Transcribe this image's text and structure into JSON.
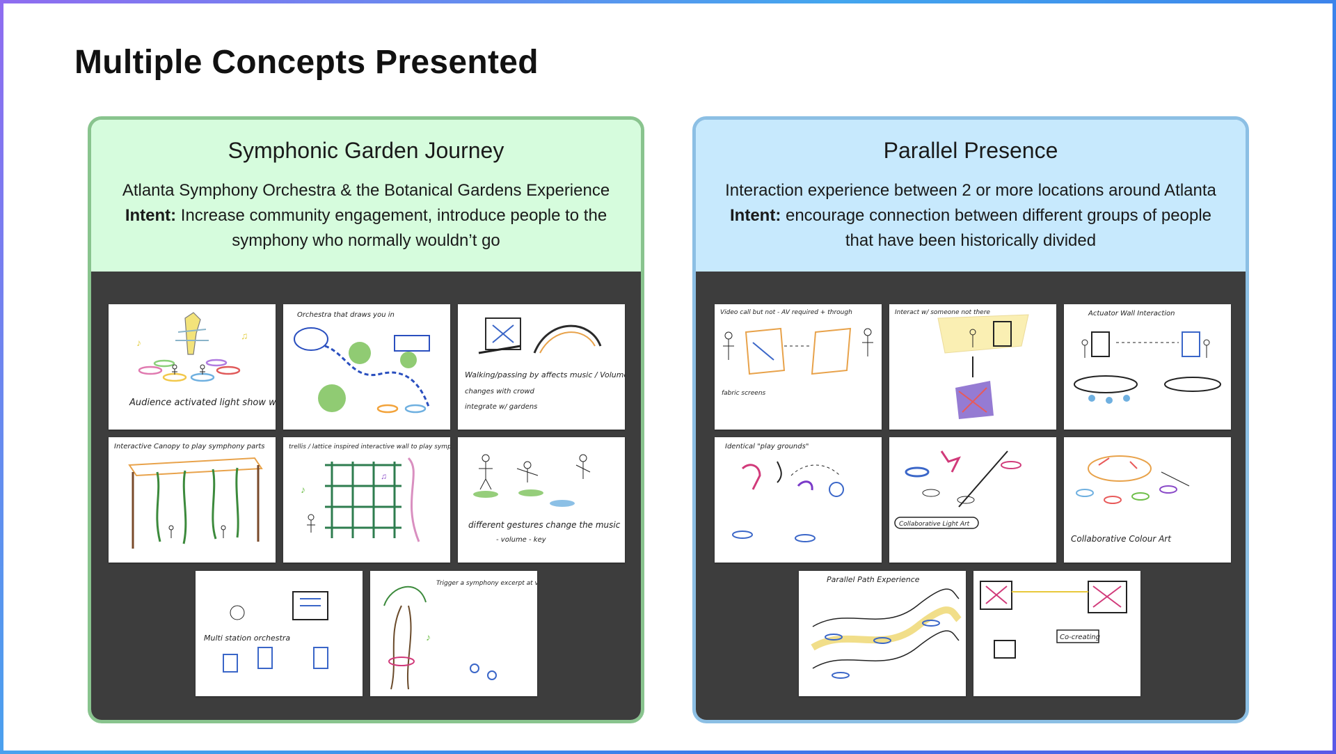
{
  "page": {
    "title": "Multiple Concepts Presented"
  },
  "concepts": [
    {
      "title": "Symphonic Garden Journey",
      "subtitle": "Atlanta Symphony Orchestra & the Botanical Gardens Experience",
      "intent_label": "Intent:",
      "intent_text": " Increase community engagement, introduce people to the symphony who normally wouldn’t go",
      "accent": "#89c48e",
      "header_bg": "#d6fcdd",
      "sketch_captions": [
        "Audience activated light show w/ the music",
        "Orchestra that draws you in",
        "Walking/passing by affects music / Volume",
        "Interactive Canopy to play symphony parts",
        "trellis / lattice inspired interactive wall to play symphony",
        "different gestures change the music",
        "Multi station orchestra",
        "Trigger a symphony excerpt at various plants/trees etc."
      ]
    },
    {
      "title": "Parallel Presence",
      "subtitle": "Interaction experience between 2 or more locations around Atlanta",
      "intent_label": "Intent:",
      "intent_text": " encourage connection between different groups of people that have been historically divided",
      "accent": "#8cbfe4",
      "header_bg": "#c7e9fd",
      "sketch_captions": [
        "Video call but not - AV required + through",
        "Interact w/ someone not there",
        "Actuator Wall Interaction",
        "Identical \"play grounds\"",
        "Collaborative Light Art",
        "Collaborative Colour Art",
        "Parallel Path Experience",
        "Co-creating"
      ]
    }
  ]
}
